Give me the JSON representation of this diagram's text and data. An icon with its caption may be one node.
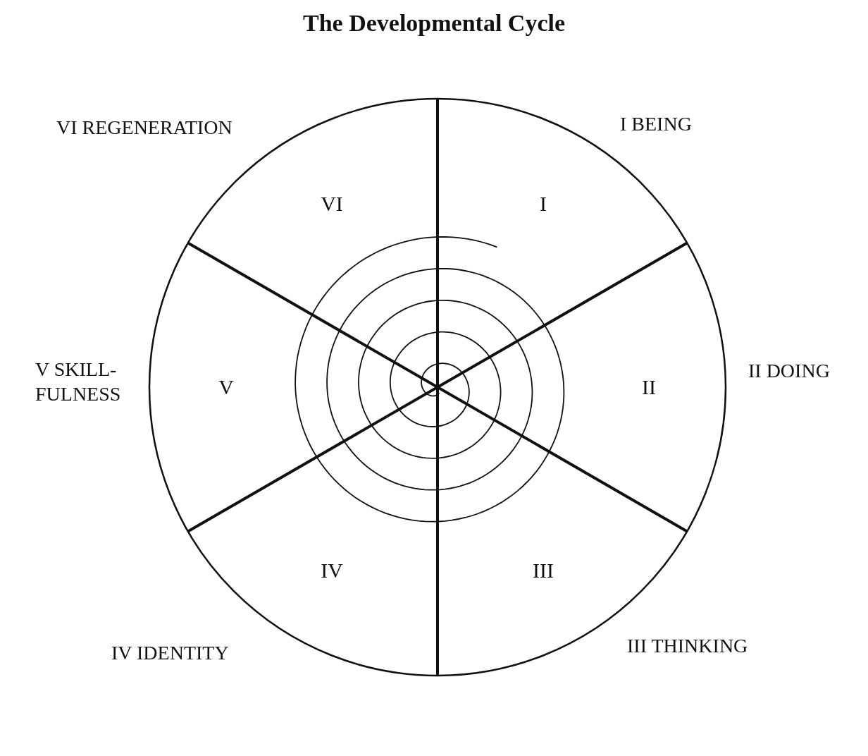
{
  "diagram": {
    "title": "The Developmental Cycle",
    "labels": [
      "VI REGENERATION",
      "I BEING",
      "VI",
      "I",
      "V SKILL- FULNESS",
      "V",
      "II",
      "II DOING",
      "IV",
      "III",
      "IV IDENTITY",
      "III THINKING"
    ]
  }
}
